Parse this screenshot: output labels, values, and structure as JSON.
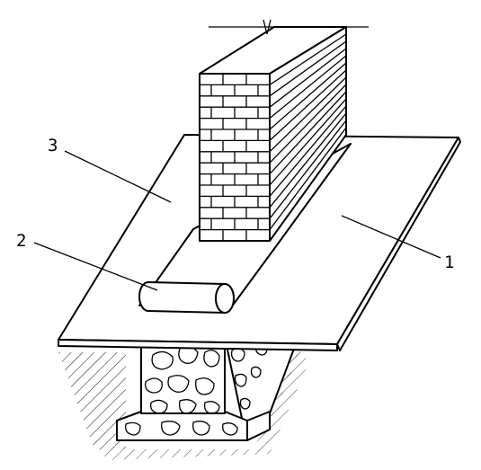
{
  "labels": [
    {
      "text": "1"
    },
    {
      "text": "2"
    },
    {
      "text": "3"
    }
  ]
}
